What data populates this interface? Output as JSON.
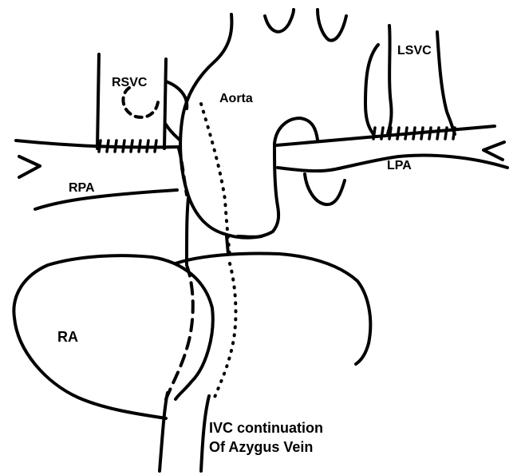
{
  "labels": {
    "aorta": "Aorta",
    "rsvc": "RSVC",
    "lsvc": "LSVC",
    "rpa": "RPA",
    "lpa": "LPA",
    "ra": "RA",
    "ivc_line1": "IVC continuation",
    "ivc_line2": "Of Azygus Vein"
  },
  "colors": {
    "stroke": "#000000",
    "background": "#ffffff"
  }
}
